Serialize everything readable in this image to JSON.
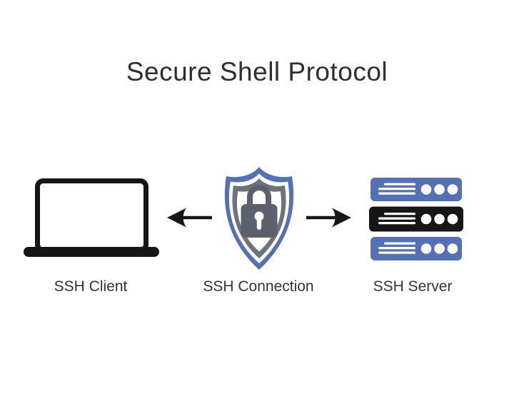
{
  "title": "Secure Shell Protocol",
  "nodes": {
    "client": {
      "label": "SSH Client",
      "icon": "laptop-icon"
    },
    "connection": {
      "label": "SSH Connection",
      "icon": "shield-lock-icon"
    },
    "server": {
      "label": "SSH Server",
      "icon": "server-stack-icon"
    }
  },
  "arrows": {
    "left": {
      "direction": "left",
      "from": "connection",
      "to": "client"
    },
    "right": {
      "direction": "right",
      "from": "connection",
      "to": "server"
    }
  },
  "colors": {
    "accent_blue": "#5471b7",
    "shield_gray": "#6e7379",
    "lock_gray": "#5b616c",
    "icon_black": "#161616",
    "text_dark": "#2f2f2f",
    "background": "#ffffff"
  }
}
